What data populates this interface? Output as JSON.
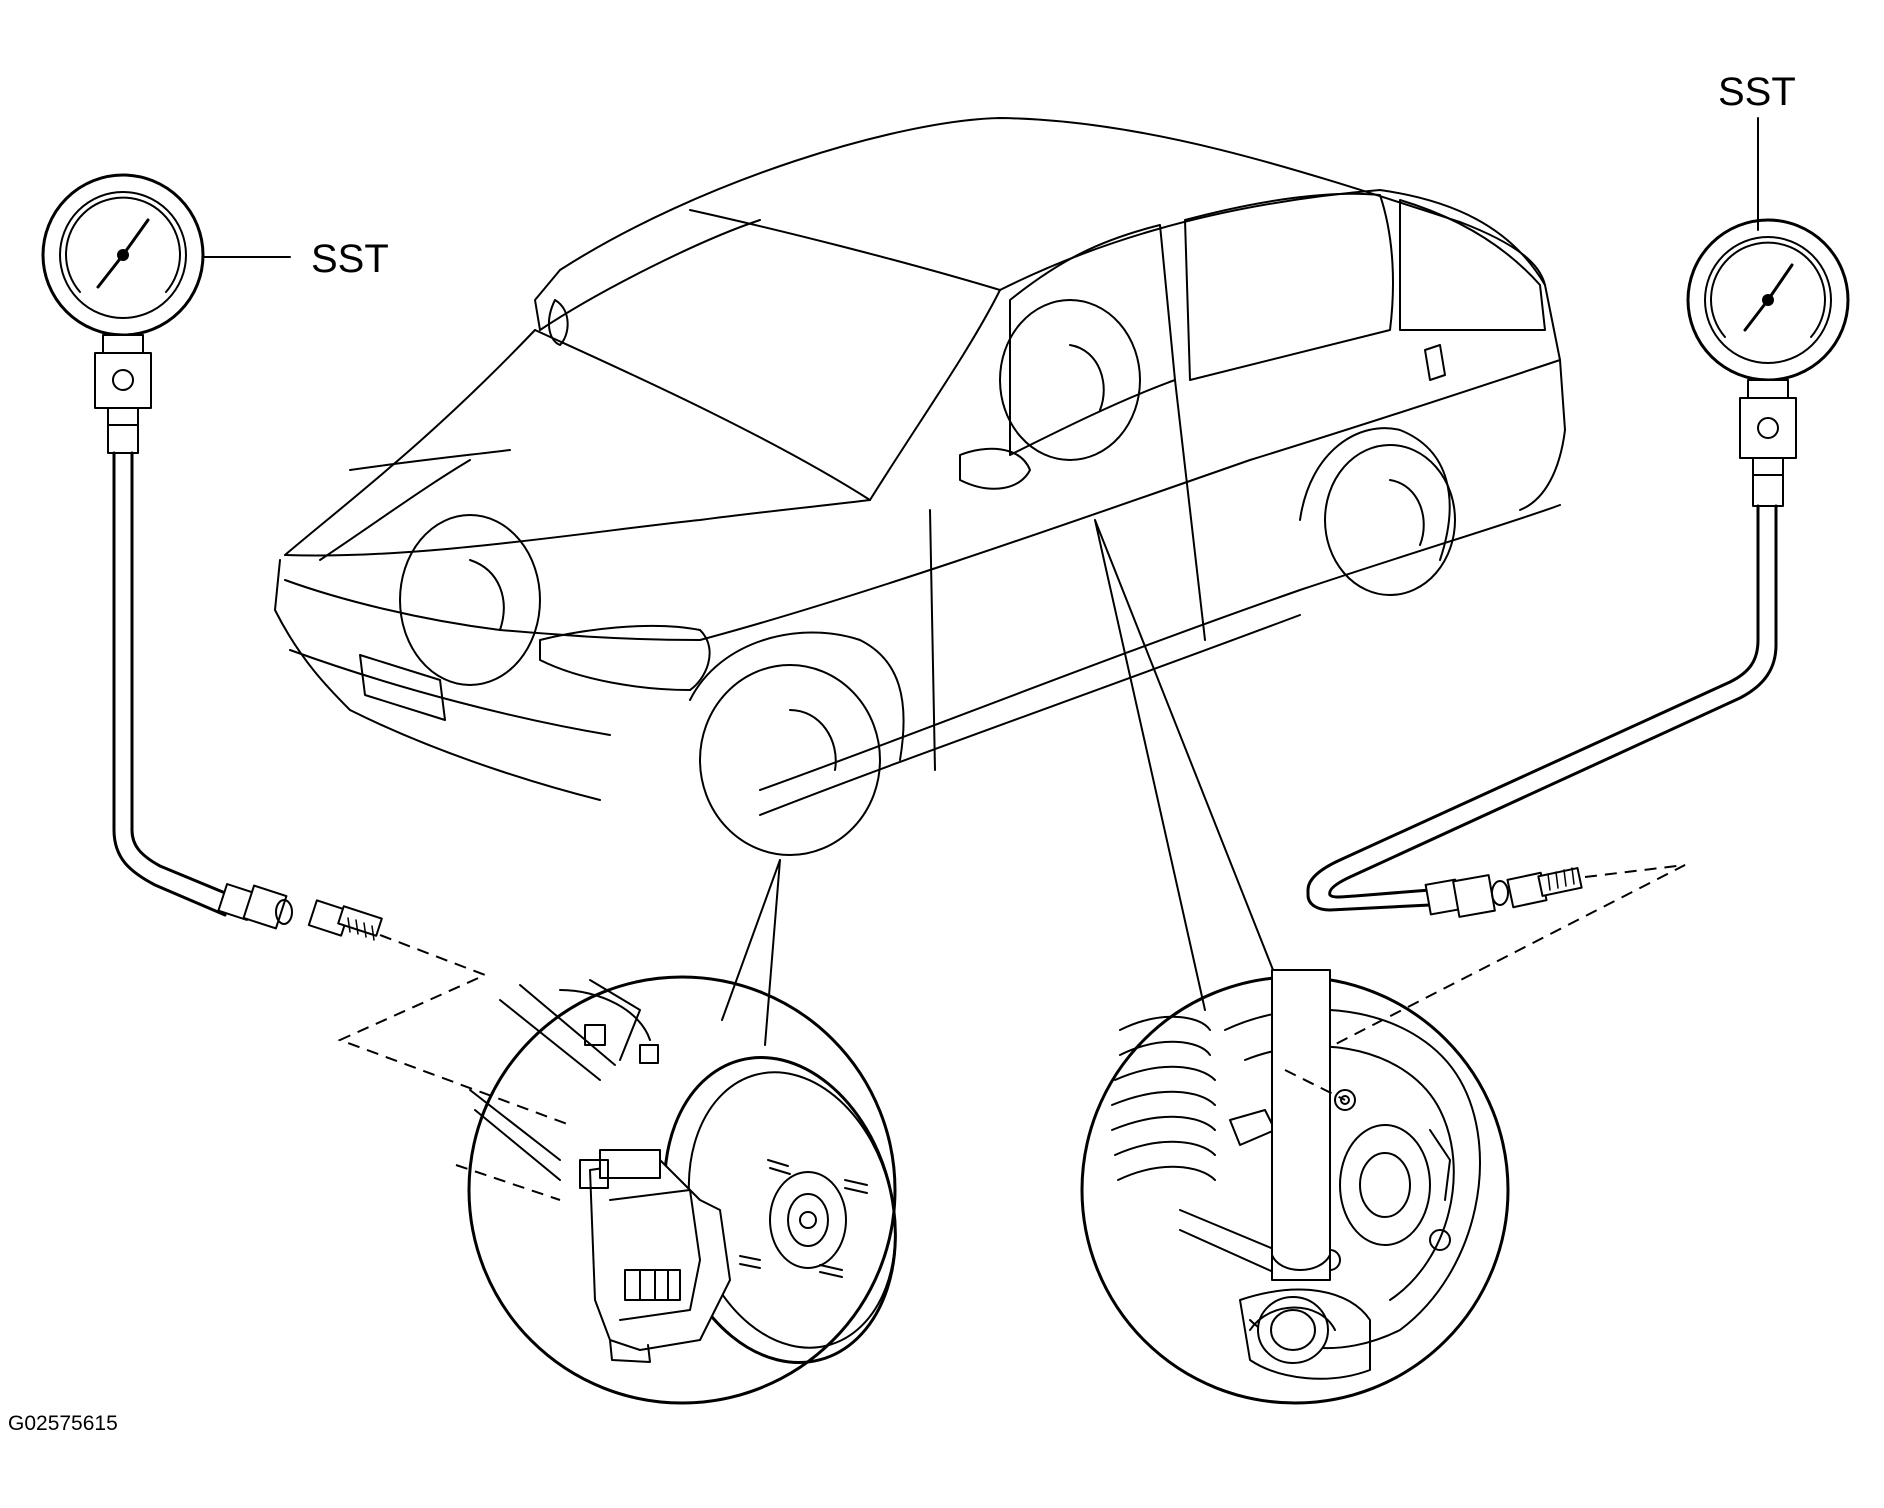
{
  "labels": {
    "left_tool": "SST",
    "right_tool": "SST"
  },
  "figure_code": "G02575615",
  "icons": [
    "pressure-gauge-icon",
    "brake-hose-icon",
    "bleeder-plug-icon",
    "front-disc-brake-icon",
    "rear-drum-brake-icon",
    "sedan-car-icon"
  ]
}
